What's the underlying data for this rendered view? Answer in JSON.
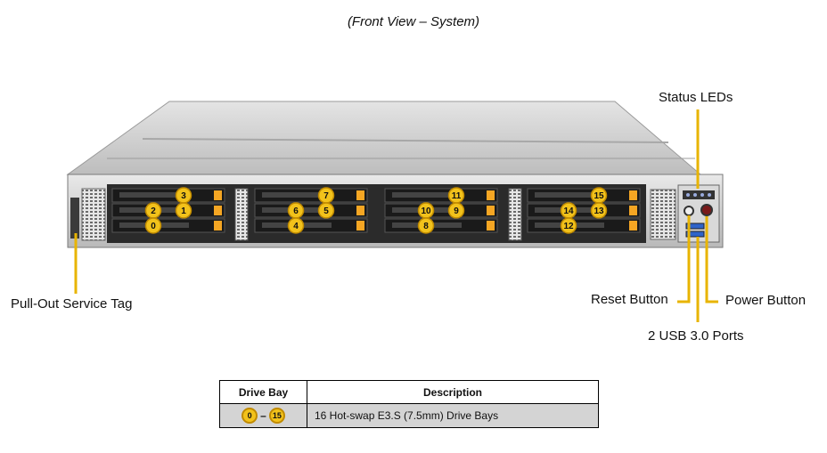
{
  "caption": "(Front View – System)",
  "callouts": {
    "status_leds": "Status LEDs",
    "pull_out_tag": "Pull-Out Service Tag",
    "reset_button": "Reset Button",
    "power_button": "Power Button",
    "usb_ports": "2 USB 3.0 Ports"
  },
  "drive_groups": [
    {
      "rows": [
        [
          "",
          "3"
        ],
        [
          "2",
          "1"
        ],
        [
          "0",
          ""
        ]
      ]
    },
    {
      "rows": [
        [
          "",
          "7"
        ],
        [
          "6",
          "5"
        ],
        [
          "4",
          ""
        ]
      ]
    },
    {
      "rows": [
        [
          "",
          "11"
        ],
        [
          "10",
          "9"
        ],
        [
          "8",
          ""
        ]
      ]
    },
    {
      "rows": [
        [
          "",
          "15"
        ],
        [
          "14",
          "13"
        ],
        [
          "12",
          ""
        ]
      ]
    }
  ],
  "legend": {
    "header_bay": "Drive Bay",
    "header_desc": "Description",
    "bay_start": "0",
    "bay_dash": "–",
    "bay_end": "15",
    "description": "16 Hot-swap E3.S (7.5mm) Drive Bays"
  },
  "colors": {
    "badge_fill": "#f2c21b",
    "badge_border": "#c08a00",
    "callout_line": "#e8b400",
    "drive_tab": "#f5a623",
    "chassis": "#c8c8c8"
  }
}
